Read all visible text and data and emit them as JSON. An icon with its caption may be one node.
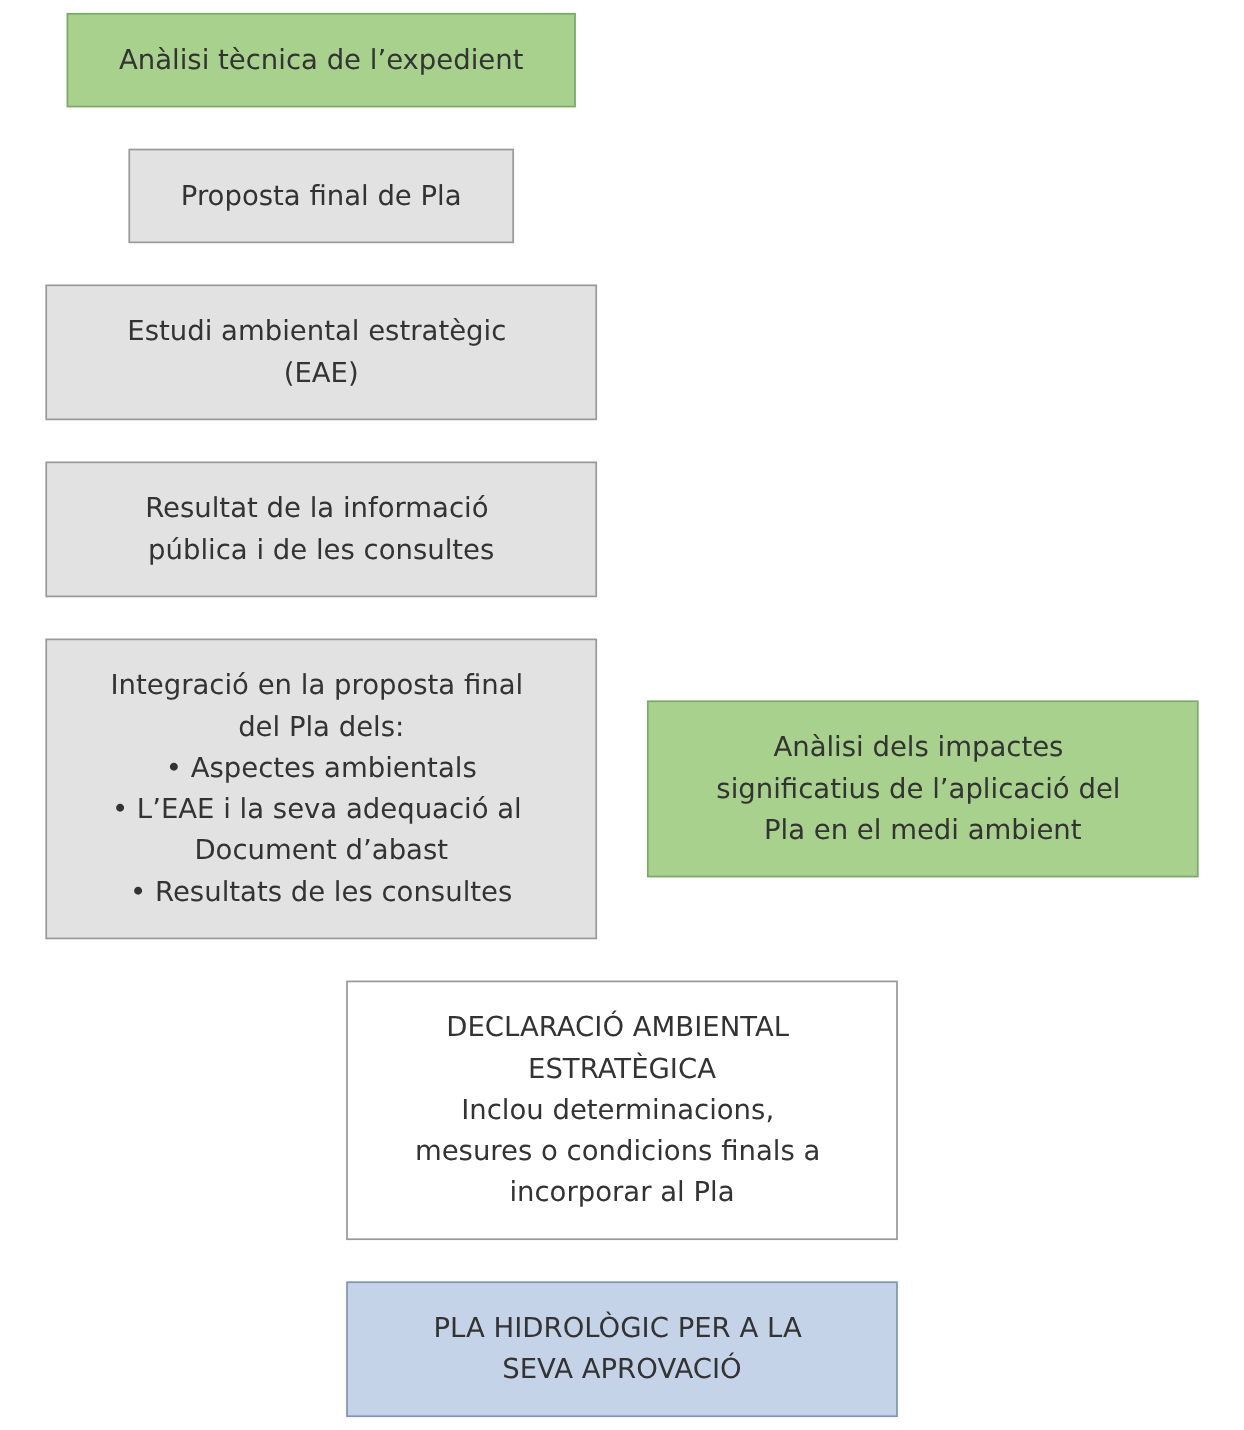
{
  "diagram": {
    "nodes": [
      {
        "text": [
          "Anàlisi tècnica de l’expedient"
        ]
      },
      {
        "text": [
          "Proposta final de Pla"
        ]
      },
      {
        "text": [
          "Estudi ambiental estratègic (EAE)"
        ]
      },
      {
        "text": [
          "Resultat de la informació pública i de les consultes"
        ]
      },
      {
        "text": [
          "Integració en la proposta final del Pla dels:",
          "• Aspectes ambientals",
          "• L’EAE i la seva adequació al Document d’abast",
          "• Resultats de les consultes"
        ]
      },
      {
        "text": [
          "Anàlisi dels impactes significatius de l’aplicació del Pla en el medi ambient"
        ]
      },
      {
        "text": [
          "DECLARACIÓ AMBIENTAL ESTRATÈGICA",
          "Inclou determinacions, mesures o condicions finals a incorporar al Pla"
        ]
      },
      {
        "text": [
          "PLA HIDROLÒGIC PER A LA SEVA APROVACIÓ"
        ]
      }
    ]
  }
}
